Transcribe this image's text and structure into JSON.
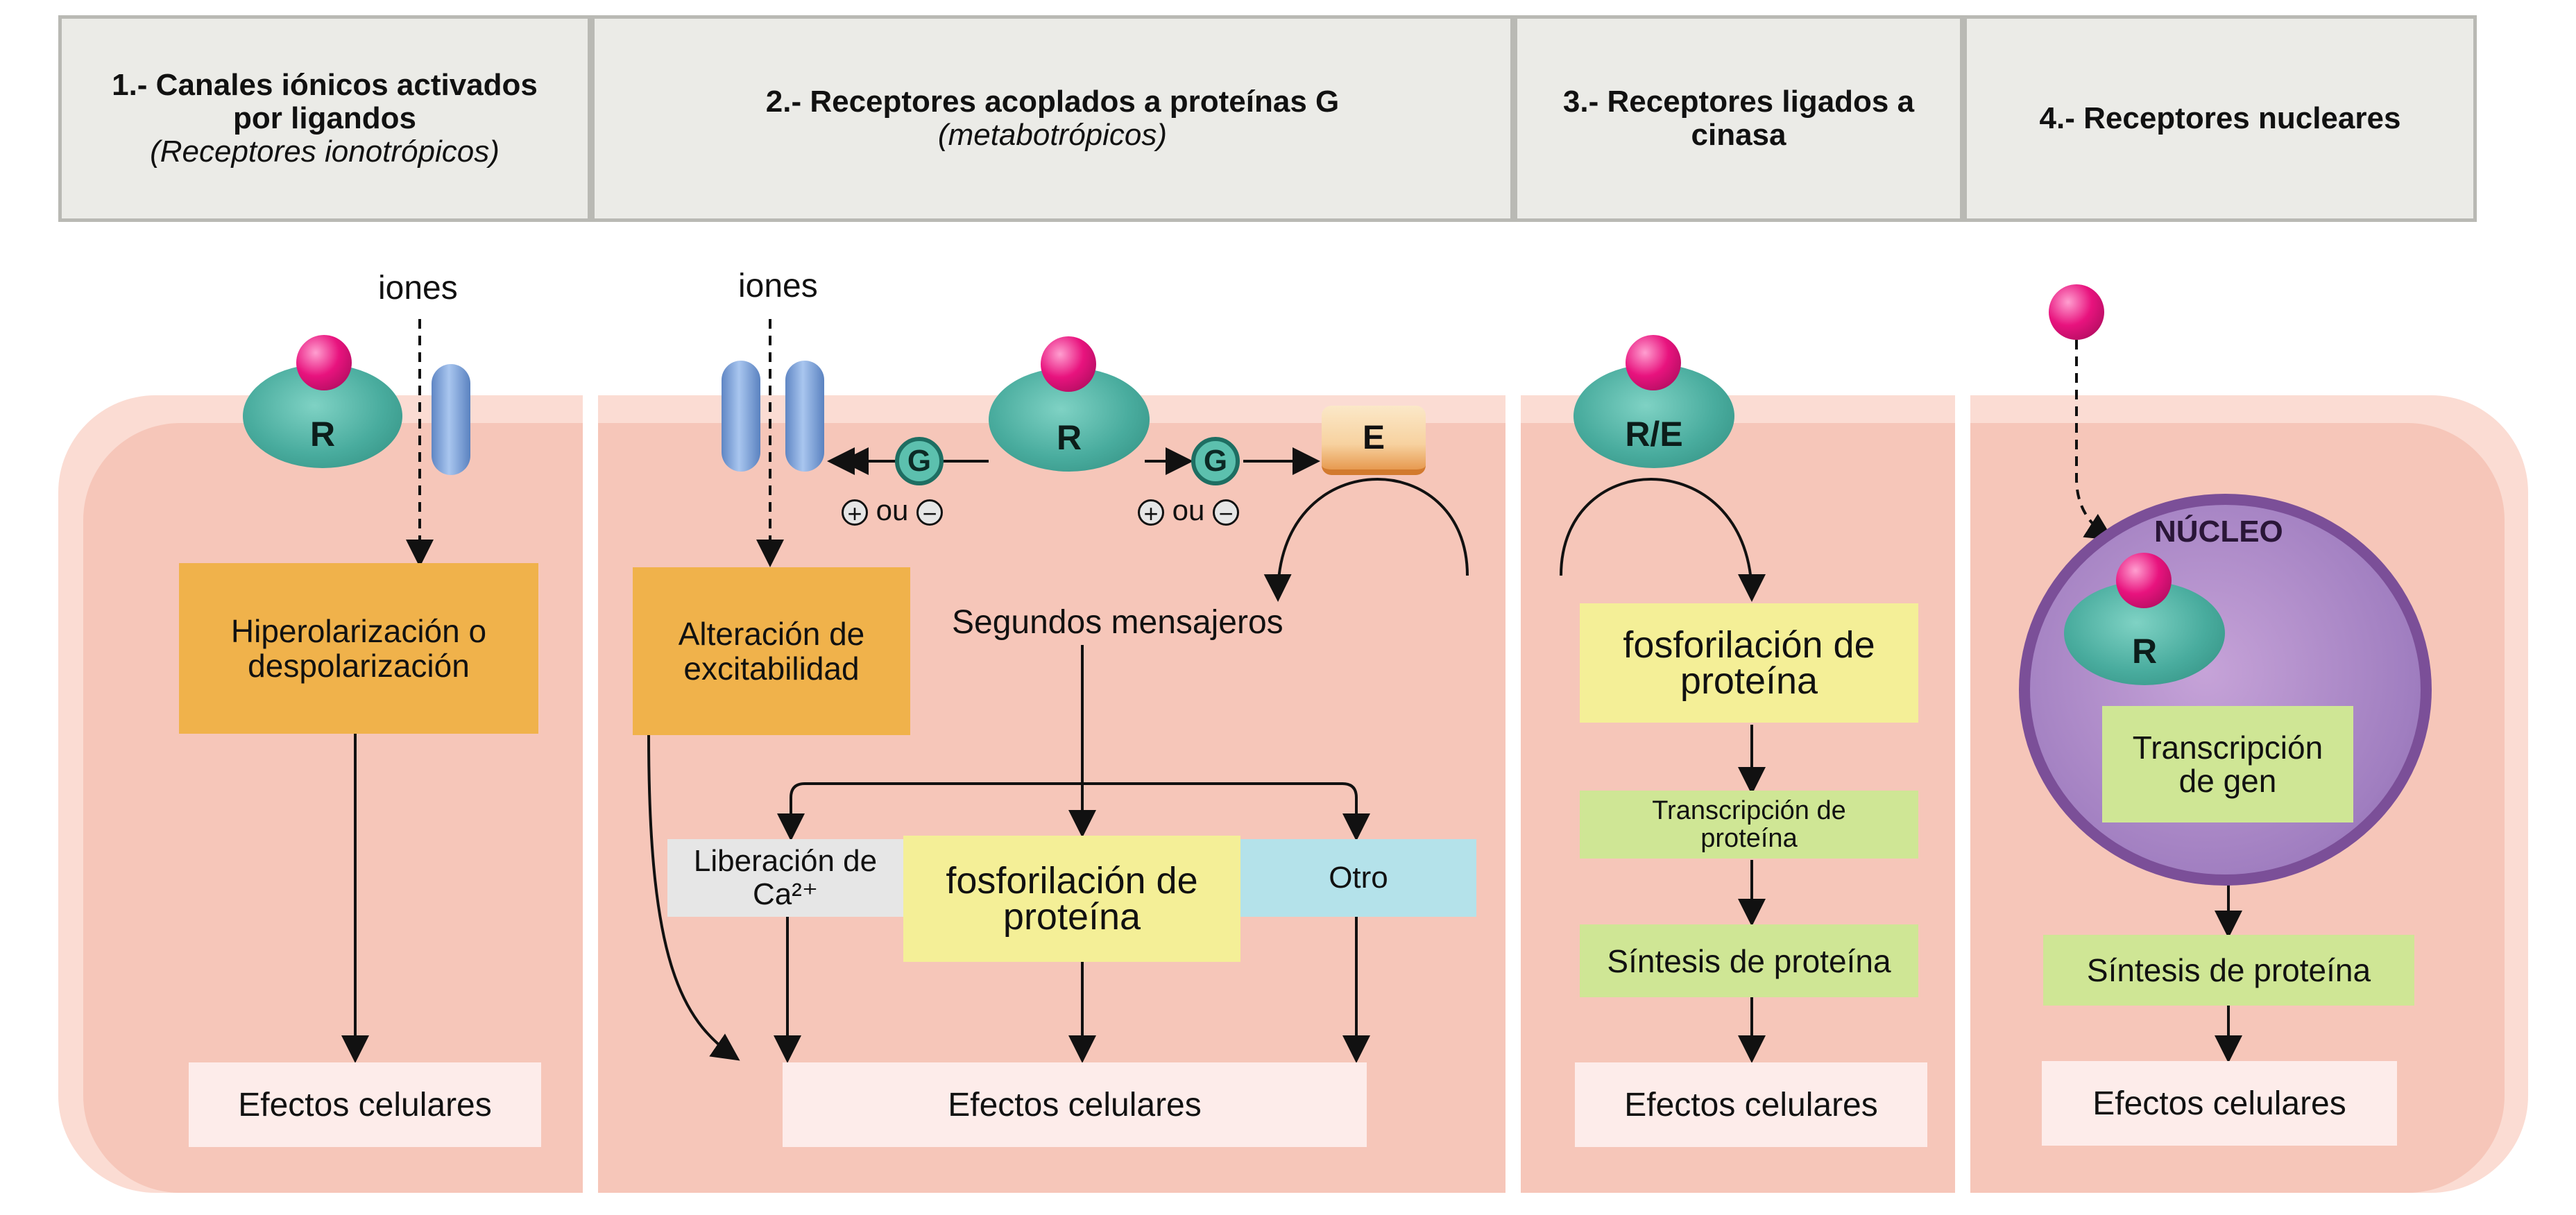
{
  "headers": [
    {
      "title": "1.- Canales iónicos activados por ligandos",
      "subtitle": "(Receptores ionotrópicos)"
    },
    {
      "title": "2.- Receptores acoplados a proteínas G",
      "subtitle": "(metabotrópicos)"
    },
    {
      "title": "3.- Receptores ligados a cinasa",
      "subtitle": ""
    },
    {
      "title": "4.- Receptores nucleares",
      "subtitle": ""
    }
  ],
  "panel1": {
    "ions_label": "iones",
    "receptor": "R",
    "box": "Hiperolarización o despolarización",
    "effects": "Efectos celulares"
  },
  "panel2": {
    "ions_label": "iones",
    "receptor": "R",
    "g_protein": "G",
    "modulation": "ou",
    "effector": "E",
    "box_excitability": "Alteración de excitabilidad",
    "second_messengers": "Segundos mensajeros",
    "calcium": "Liberación de Ca²⁺",
    "phosphorylation": "fosforilación de proteína",
    "other": "Otro",
    "effects": "Efectos celulares"
  },
  "panel3": {
    "receptor": "R/E",
    "phosphorylation": "fosforilación de proteína",
    "transcription": "Transcripción de proteína",
    "synthesis": "Síntesis de proteína",
    "effects": "Efectos celulares"
  },
  "panel4": {
    "nucleus": "NÚCLEO",
    "receptor": "R",
    "transcription": "Transcripción de gen",
    "synthesis": "Síntesis de proteína",
    "effects": "Efectos celulares"
  },
  "colors": {
    "cell": "#f6c6b9",
    "orange_box": "#f0b24b",
    "yellow_box": "#f4ef97",
    "green_box": "#cfe695",
    "blue_box": "#b4e2ea",
    "grey_box": "#e6e6e6",
    "receptor": "#49ac9e",
    "ligand": "#e8137e",
    "nucleus": "#a07ec0"
  }
}
